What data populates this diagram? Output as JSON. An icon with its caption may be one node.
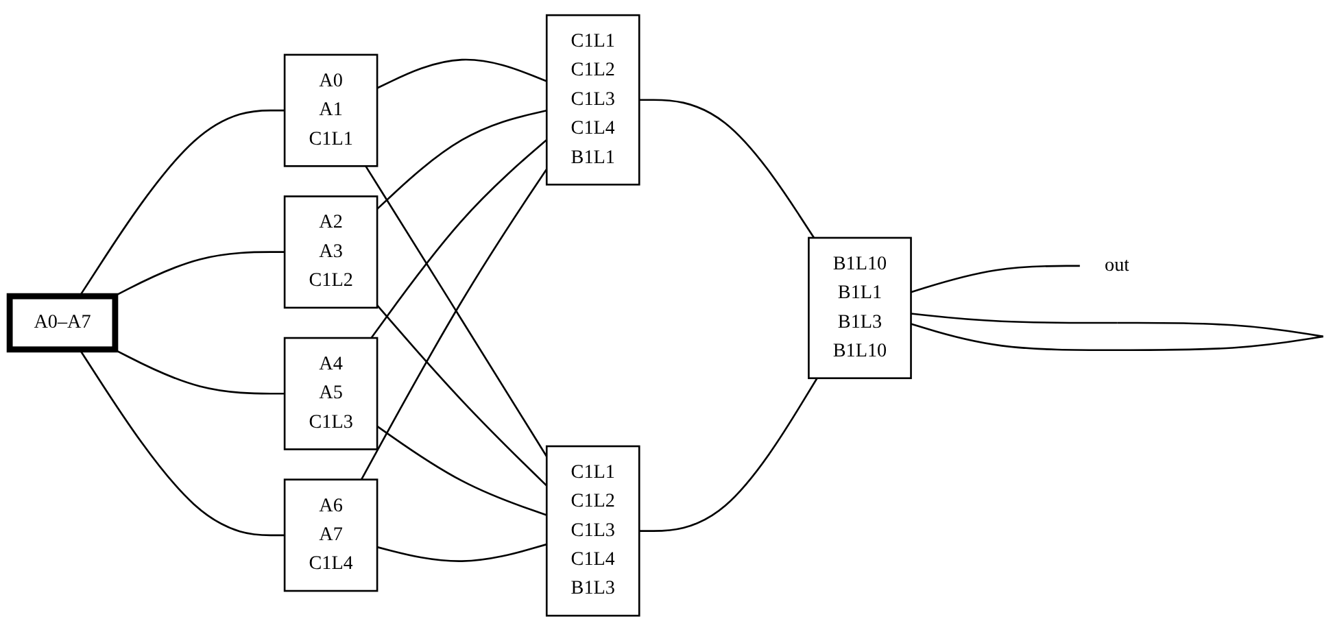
{
  "diagram": {
    "nodes": [
      {
        "text": [
          "A0–A7"
        ]
      },
      {
        "text": [
          "A0",
          "A1",
          "C1L1"
        ]
      },
      {
        "text": [
          "A2",
          "A3",
          "C1L2"
        ]
      },
      {
        "text": [
          "A4",
          "A5",
          "C1L3"
        ]
      },
      {
        "text": [
          "A6",
          "A7",
          "C1L4"
        ]
      },
      {
        "text": [
          "C1L1",
          "C1L2",
          "C1L3",
          "C1L4",
          "B1L1"
        ]
      },
      {
        "text": [
          "C1L1",
          "C1L2",
          "C1L3",
          "C1L4",
          "B1L3"
        ]
      },
      {
        "text": [
          "B1L10",
          "B1L1",
          "B1L3",
          "B1L10"
        ]
      },
      {
        "text": [
          "out"
        ]
      }
    ],
    "edges": [
      {
        "from": 0,
        "to": 1,
        "arrow": "none"
      },
      {
        "from": 0,
        "to": 2,
        "arrow": "none"
      },
      {
        "from": 0,
        "to": 3,
        "arrow": "none"
      },
      {
        "from": 0,
        "to": 4,
        "arrow": "none"
      },
      {
        "from": 1,
        "to": 5,
        "arrow": "none"
      },
      {
        "from": 1,
        "to": 6,
        "arrow": "none"
      },
      {
        "from": 2,
        "to": 5,
        "arrow": "none"
      },
      {
        "from": 2,
        "to": 6,
        "arrow": "none"
      },
      {
        "from": 3,
        "to": 5,
        "arrow": "none"
      },
      {
        "from": 3,
        "to": 6,
        "arrow": "none"
      },
      {
        "from": 4,
        "to": 5,
        "arrow": "none"
      },
      {
        "from": 4,
        "to": 6,
        "arrow": "none"
      },
      {
        "from": 5,
        "to": 7,
        "arrow": "none"
      },
      {
        "from": 6,
        "to": 7,
        "arrow": "none"
      },
      {
        "from": 7,
        "to": 7,
        "arrow": "none"
      },
      {
        "from": 7,
        "to": 8,
        "arrow": "none"
      }
    ]
  }
}
